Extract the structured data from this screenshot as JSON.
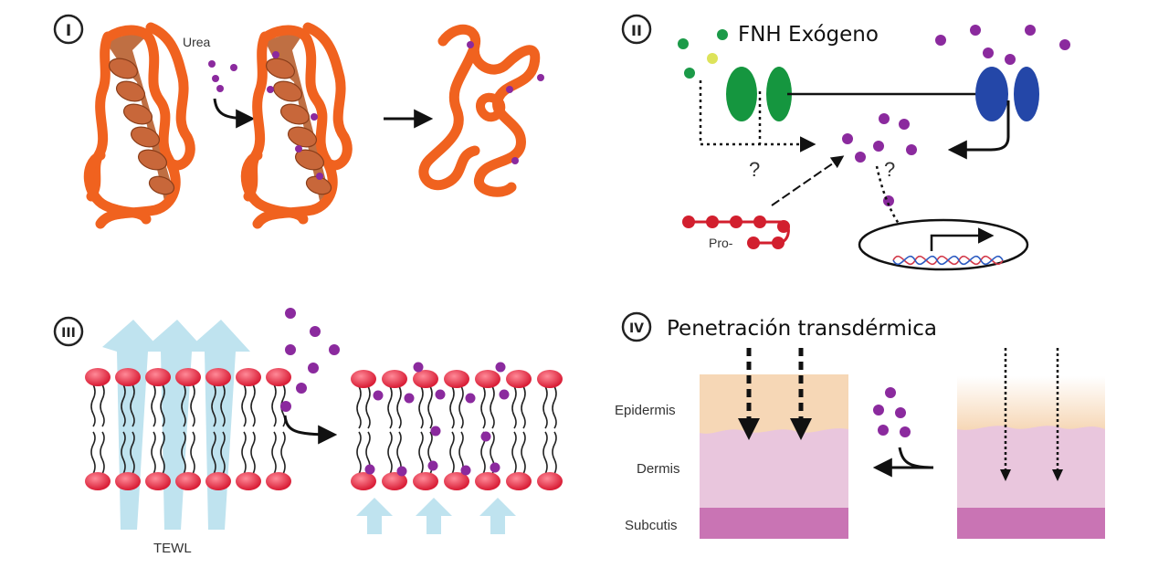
{
  "panels": {
    "p1": {
      "numeral": "I",
      "urea_label": "Urea"
    },
    "p2": {
      "numeral": "II",
      "title": "FNH Exógeno",
      "question_1": "?",
      "question_2": "?",
      "pro_label": "Pro-"
    },
    "p3": {
      "numeral": "III",
      "tewl_label": "TEWL"
    },
    "p4": {
      "numeral": "IV",
      "title": "Penetración transdérmica",
      "layers": [
        "Epidermis",
        "Dermis",
        "Subcutis"
      ]
    }
  },
  "colors": {
    "protein": "#f0621f",
    "helix": "#c8673a",
    "nmf_dot": "#8b2a9e",
    "green_dot": "#1b9a48",
    "yellow_dot": "#dde35a",
    "channel_green": "#15963f",
    "channel_blue": "#2447a8",
    "pro_chain": "#d21f2e",
    "lipid_head": "#e8243c",
    "tewl_arrow": "#bfe3ef",
    "epidermis": "#f6d7b6",
    "dermis": "#e9c6dd",
    "subcutis": "#c974b4"
  }
}
